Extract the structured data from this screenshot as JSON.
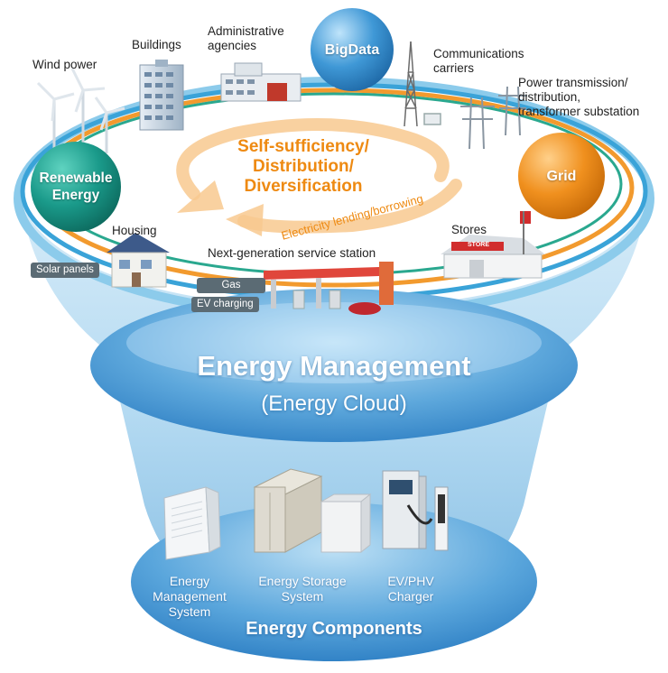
{
  "colors": {
    "renewable": "#1a9a8a",
    "grid": "#f0901e",
    "bigdata": "#2f8fcf",
    "funnel": "#7fbde6",
    "ring_blue": "#3aa3d8",
    "ring_orange": "#f29a2e",
    "accent_orange": "#ee8a12"
  },
  "spheres": {
    "renewable": "Renewable\nEnergy",
    "grid": "Grid",
    "bigdata": "BigData"
  },
  "labels": {
    "wind_power": "Wind power",
    "buildings": "Buildings",
    "administrative_agencies": "Administrative\nagencies",
    "communications_carriers": "Communications\ncarriers",
    "power_transmission": "Power transmission/\ndistribution,\ntransformer substation",
    "housing": "Housing",
    "next_gen_station": "Next-generation service station",
    "stores": "Stores",
    "solar_panels": "Solar panels",
    "gas": "Gas",
    "ev_charging": "EV charging",
    "store_sign": "STORE"
  },
  "center": {
    "title": "Self-sufficiency/\nDistribution/\nDiversification",
    "lending": "Electricity lending/borrowing"
  },
  "energy_management": {
    "title": "Energy Management",
    "subtitle": "(Energy Cloud)"
  },
  "components": {
    "title": "Energy Components",
    "ems": "Energy\nManagement\nSystem",
    "ess": "Energy Storage\nSystem",
    "charger": "EV/PHV\nCharger"
  }
}
